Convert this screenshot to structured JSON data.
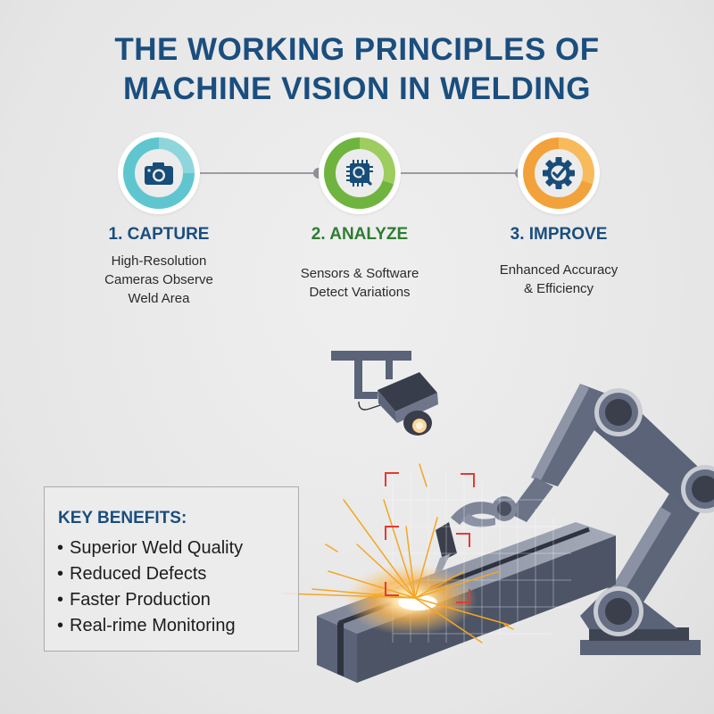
{
  "title": {
    "line1": "THE WORKING PRINCIPLES OF",
    "line2": "MACHINE VISION IN WELDING"
  },
  "steps": [
    {
      "label": "1. CAPTURE",
      "desc_lines": [
        "High-Resolution",
        "Cameras Observe",
        "Weld Area"
      ],
      "icon": "camera-icon",
      "color": "#1a4e7e",
      "ring_color": "#5fc6cf"
    },
    {
      "label": "2. ANALYZE",
      "desc_lines": [
        "Sensors & Software",
        "Detect Variations"
      ],
      "icon": "chip-search-icon",
      "color": "#2e7d32",
      "ring_color": "#6fb43f"
    },
    {
      "label": "3. IMPROVE",
      "desc_lines": [
        "Enhanced Accuracy",
        "& Efficiency"
      ],
      "icon": "gear-check-icon",
      "color": "#1a4e7e",
      "ring_color": "#f2a23a"
    }
  ],
  "benefits": {
    "title": "KEY BENEFITS:",
    "bullet": "•",
    "items": [
      "Superior Weld Quality",
      "Reduced Defects",
      "Faster Production",
      "Real-rime Monitoring"
    ]
  },
  "colors": {
    "title_blue": "#1a4e7e",
    "machine_gray": "#5b6478",
    "spark_orange": "#f5a623",
    "target_red": "#e53935"
  }
}
